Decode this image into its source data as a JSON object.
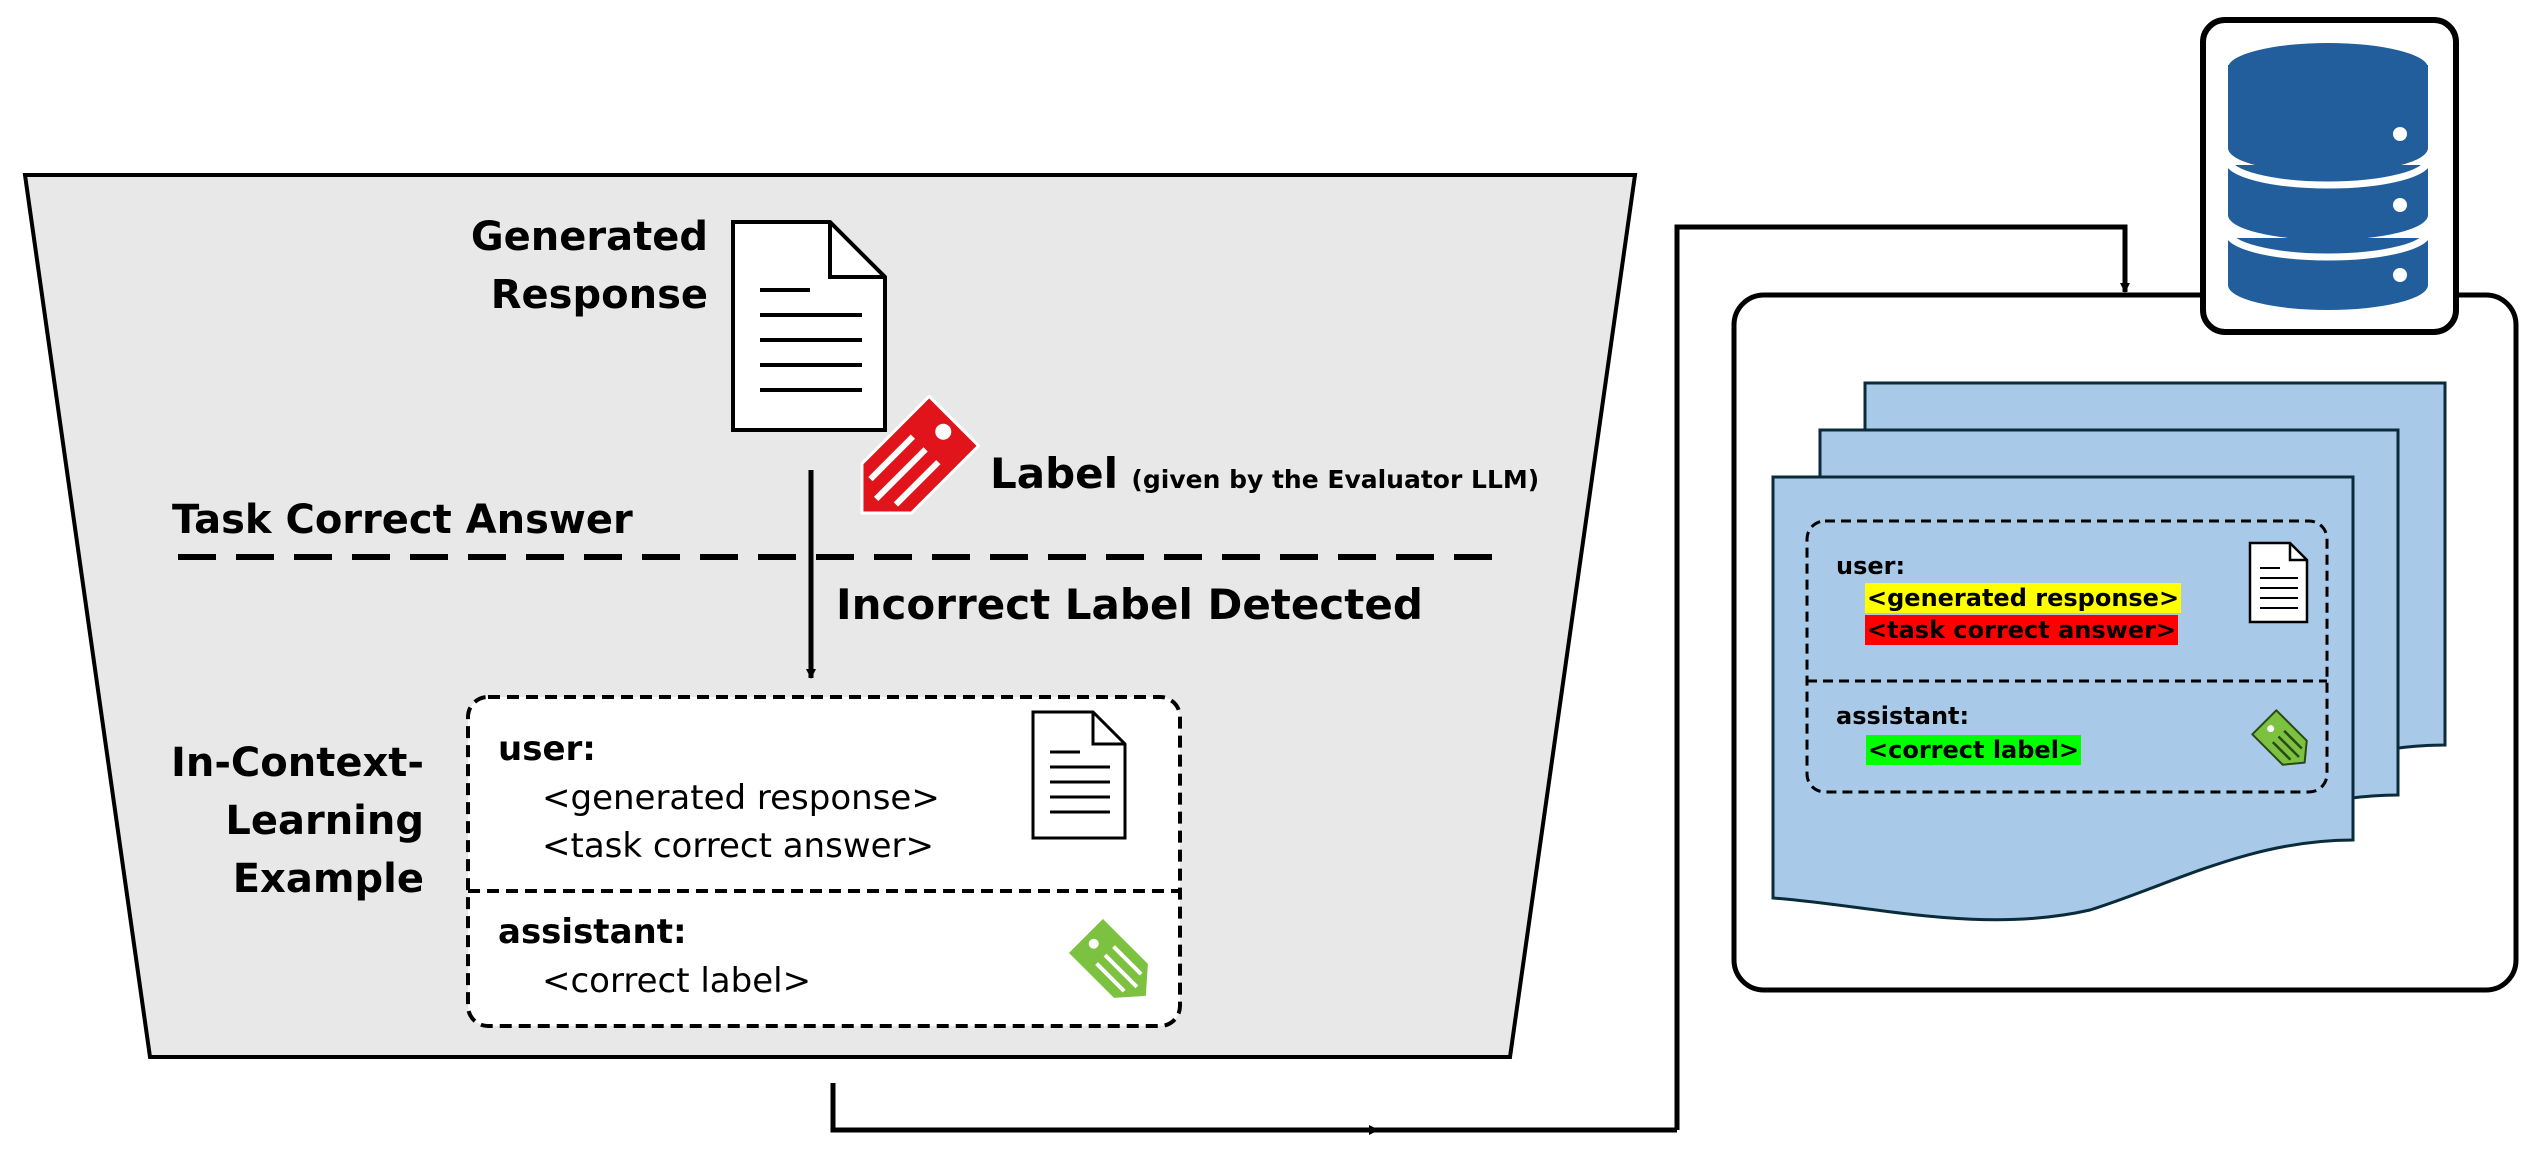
{
  "main_panel": {
    "generated_response_title": [
      "Generated",
      "Response"
    ],
    "label_title": "Label",
    "label_note": "(given by the Evaluator LLM)",
    "task_correct_answer": "Task Correct Answer",
    "incorrect_label_detected": "Incorrect Label Detected",
    "icl_title": [
      "In-Context-",
      "Learning",
      "Example"
    ],
    "icl_card": {
      "user_role": "user:",
      "user_lines": [
        "<generated response>",
        "<task correct answer>"
      ],
      "assistant_role": "assistant:",
      "assistant_line": "<correct label>"
    }
  },
  "dataset_panel": {
    "card": {
      "user_role": "user:",
      "generated_response": "<generated response>",
      "task_correct_answer": "<task correct answer>",
      "assistant_role": "assistant:",
      "correct_label": "<correct label>"
    }
  },
  "icons": [
    "document-icon",
    "red-tag-icon",
    "green-tag-icon",
    "database-icon",
    "small-document-icon",
    "small-green-tag-icon"
  ],
  "colors": {
    "panel_fill": "#e8e8e8",
    "database_blue": "#235e9c",
    "page_blue": "#a9c9e9",
    "red_tag": "#e2141b",
    "green_tag": "#7cc240",
    "highlight_yellow": "#ffff00",
    "highlight_red": "#ff0000",
    "highlight_green": "#00ff00"
  }
}
